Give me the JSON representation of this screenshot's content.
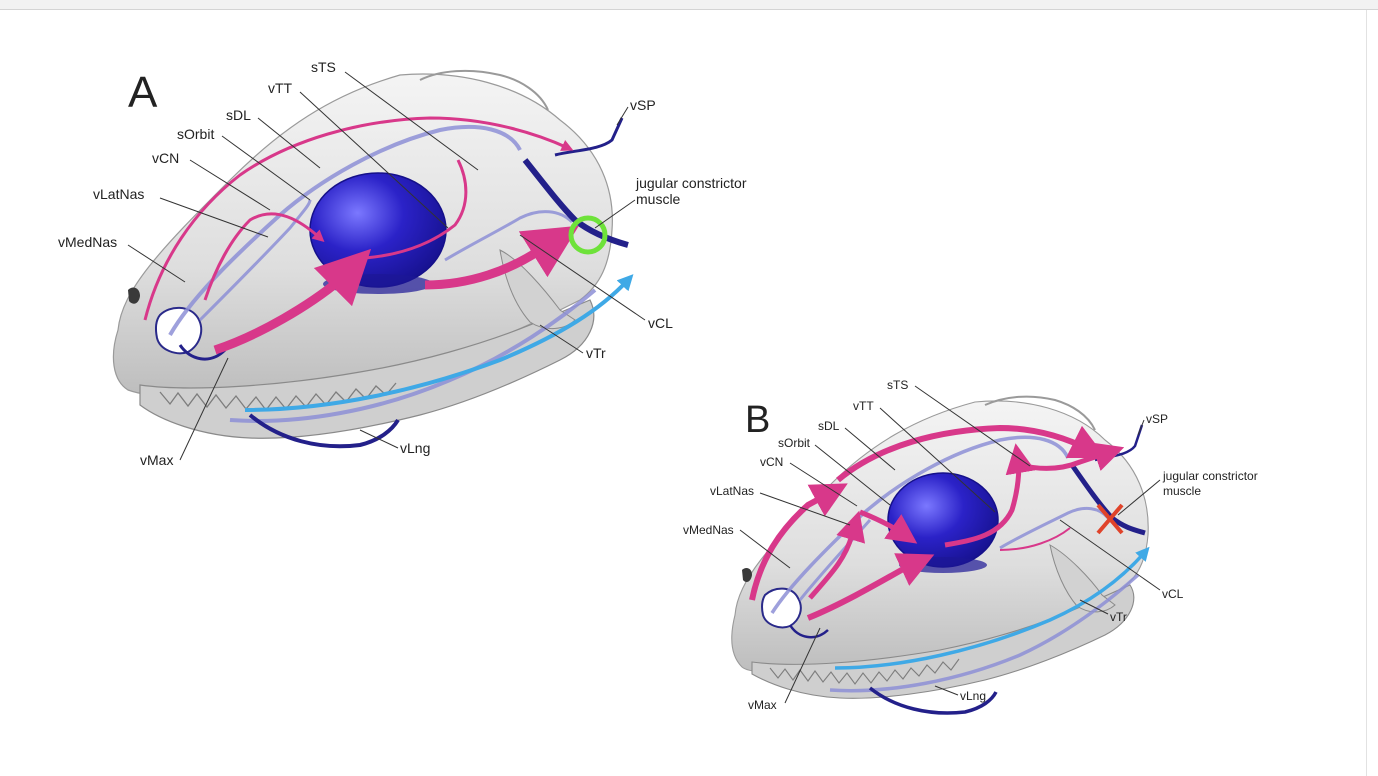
{
  "panels": {
    "a": {
      "letter": "A",
      "labels": {
        "sTS": "sTS",
        "vTT": "vTT",
        "sDL": "sDL",
        "sOrbit": "sOrbit",
        "vCN": "vCN",
        "vLatNas": "vLatNas",
        "vMedNas": "vMedNas",
        "vSP": "vSP",
        "jugular1": "jugular constrictor",
        "jugular2": "muscle",
        "vCL": "vCL",
        "vTr": "vTr",
        "vLng": "vLng",
        "vMax": "vMax"
      },
      "constrictor_marker": "open-circle"
    },
    "b": {
      "letter": "B",
      "labels": {
        "sTS": "sTS",
        "vTT": "vTT",
        "sDL": "sDL",
        "sOrbit": "sOrbit",
        "vCN": "vCN",
        "vLatNas": "vLatNas",
        "vMedNas": "vMedNas",
        "vSP": "vSP",
        "jugular1": "jugular constrictor",
        "jugular2": "muscle",
        "vCL": "vCL",
        "vTr": "vTr",
        "vLng": "vLng",
        "vMax": "vMax"
      },
      "constrictor_marker": "cross"
    }
  },
  "colors": {
    "skull": "#e3e3e3",
    "skull_stroke": "#9a9a9a",
    "eye": "#2b22c8",
    "vein_dark": "#23208a",
    "vein_light": "#8d8fd6",
    "flow_arrow": "#d8388a",
    "flow_arrow_alt": "#3fa9e6",
    "marker_circle": "#6ee23a",
    "marker_cross": "#e0432a",
    "text": "#222222"
  }
}
